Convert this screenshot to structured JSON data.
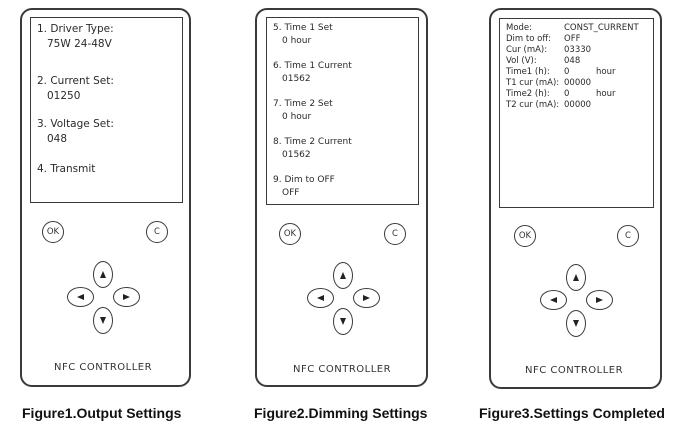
{
  "devices": [
    {
      "screen": {
        "items": [
          {
            "line1": "1. Driver Type:",
            "line2": "75W  24-48V"
          },
          {
            "line1": "2. Current Set:",
            "line2": "01250"
          },
          {
            "line1": "3. Voltage Set:",
            "line2": "048"
          },
          {
            "line1": "4. Transmit"
          }
        ]
      },
      "ok_label": "OK",
      "c_label": "C",
      "brand": "NFC CONTROLLER",
      "caption": "Figure1.Output Settings"
    },
    {
      "screen": {
        "items": [
          {
            "line1": "5. Time 1 Set",
            "line2": "0    hour"
          },
          {
            "line1": "6. Time 1 Current",
            "line2": "01562"
          },
          {
            "line1": "7. Time 2 Set",
            "line2": "0    hour"
          },
          {
            "line1": "8. Time 2 Current",
            "line2": "01562"
          },
          {
            "line1": "9. Dim to OFF",
            "line2": "OFF"
          }
        ]
      },
      "ok_label": "OK",
      "c_label": "C",
      "brand": "NFC CONTROLLER",
      "caption": "Figure2.Dimming Settings"
    },
    {
      "screen": {
        "rows": [
          {
            "label": "Mode:",
            "value": "CONST_CURRENT"
          },
          {
            "label": "Dim to off:",
            "value": "OFF"
          },
          {
            "label": "Cur (mA):",
            "value": "03330"
          },
          {
            "label": "Vol (V):",
            "value": "048"
          },
          {
            "label": "Time1 (h):",
            "value": "0",
            "unit": "hour"
          },
          {
            "label": "T1 cur (mA):",
            "value": "00000"
          },
          {
            "label": "Time2 (h):",
            "value": "0",
            "unit": "hour"
          },
          {
            "label": "T2 cur (mA):",
            "value": "00000"
          }
        ]
      },
      "ok_label": "OK",
      "c_label": "C",
      "brand": "NFC CONTROLLER",
      "caption": "Figure3.Settings Completed"
    }
  ]
}
